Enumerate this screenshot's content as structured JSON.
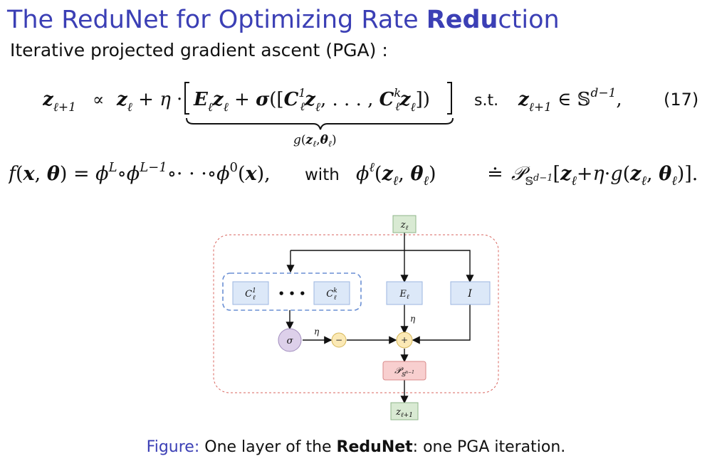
{
  "slide": {
    "title_prefix": "The ReduNet for Optimizing Rate ",
    "title_bold_1": "Red",
    "title_bold_2": "u",
    "title_suffix": "ction",
    "subtitle": "Iterative projected gradient ascent (PGA) :",
    "equation_number": "(17)",
    "st_label": "s.t.",
    "with_label": "with"
  },
  "diagram": {
    "nodes": {
      "input": "z_ℓ",
      "c1": "C_ℓ^1",
      "dots": "• • •",
      "ck": "C_ℓ^k",
      "e": "E_ℓ",
      "identity": "I",
      "sigma": "σ",
      "minus": "−",
      "plus": "+",
      "projection": "P_{S^{n-1}}",
      "output": "z_{ℓ+1}"
    },
    "edge_labels": {
      "eta_sigma": "η",
      "eta_e": "η"
    }
  },
  "caption": {
    "figure_label": "Figure:",
    "text_before": "One layer of the ",
    "bold_name": "ReduNet",
    "text_after": ": one PGA iteration."
  },
  "colors": {
    "title": "#3b3fb5",
    "box_blue": "#dce8f8",
    "box_green": "#d9ead3",
    "box_red": "#f8cfcf",
    "sigma_circle": "#ddd0ea",
    "yellow_circle": "#fbe9b5",
    "dashed_red": "#d9665f",
    "dashed_blue": "#6a8fd4"
  }
}
